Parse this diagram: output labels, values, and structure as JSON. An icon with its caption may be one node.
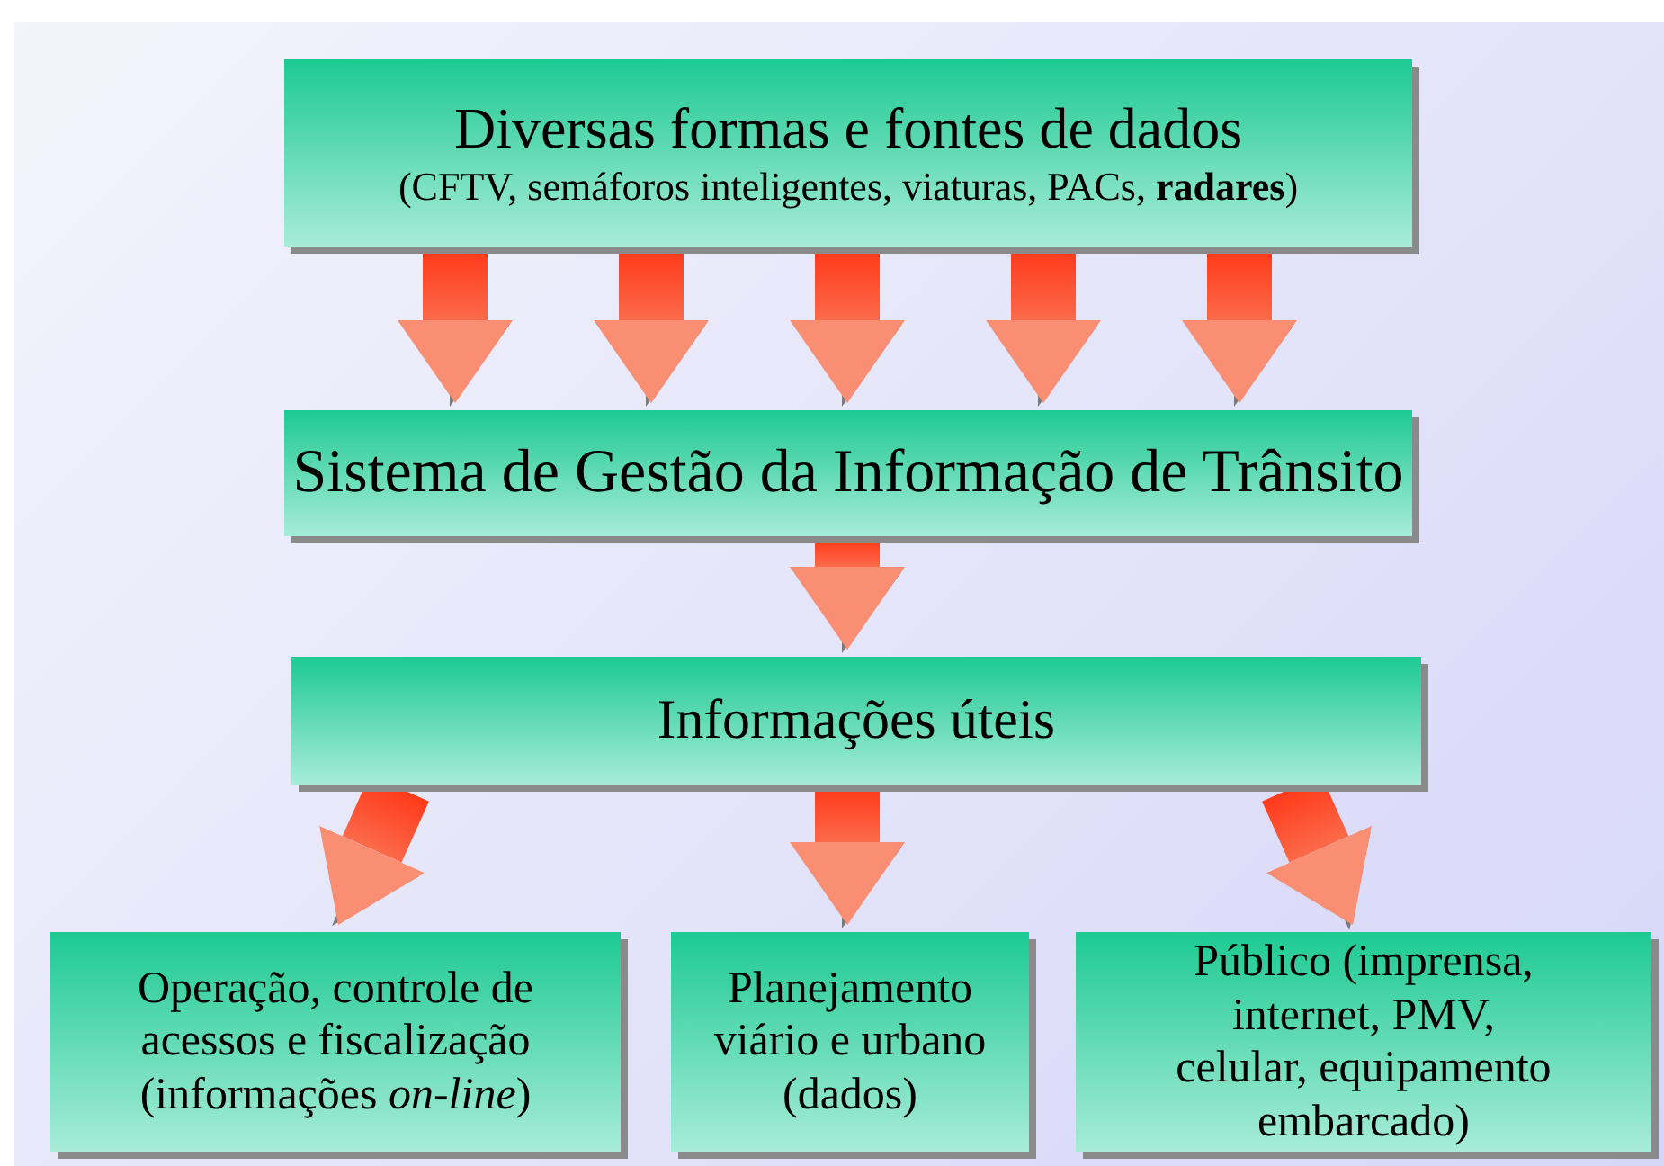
{
  "diagram": {
    "nodes": [
      {
        "text": [
          "Diversas formas e fontes de dados",
          "(CFTV, semáforos inteligentes, viaturas, PACs, **radares**)"
        ]
      },
      {
        "text": [
          "Sistema de Gestão da Informação de Trânsito"
        ]
      },
      {
        "text": [
          "Informações úteis"
        ]
      },
      {
        "text": [
          "Operação, controle de acessos e fiscalização (informações *on-line*)"
        ]
      },
      {
        "text": [
          "Planejamento viário e urbano (dados)"
        ]
      },
      {
        "text": [
          "Público (imprensa, internet, PMV, celular, equipamento embarcado)"
        ]
      }
    ],
    "edges": [
      {
        "from": 0,
        "to": 1,
        "arrow": "to"
      },
      {
        "from": 0,
        "to": 1,
        "arrow": "to"
      },
      {
        "from": 0,
        "to": 1,
        "arrow": "to"
      },
      {
        "from": 0,
        "to": 1,
        "arrow": "to"
      },
      {
        "from": 0,
        "to": 1,
        "arrow": "to"
      },
      {
        "from": 1,
        "to": 2,
        "arrow": "to"
      },
      {
        "from": 2,
        "to": 3,
        "arrow": "to"
      },
      {
        "from": 2,
        "to": 4,
        "arrow": "to"
      },
      {
        "from": 2,
        "to": 5,
        "arrow": "to"
      }
    ]
  }
}
